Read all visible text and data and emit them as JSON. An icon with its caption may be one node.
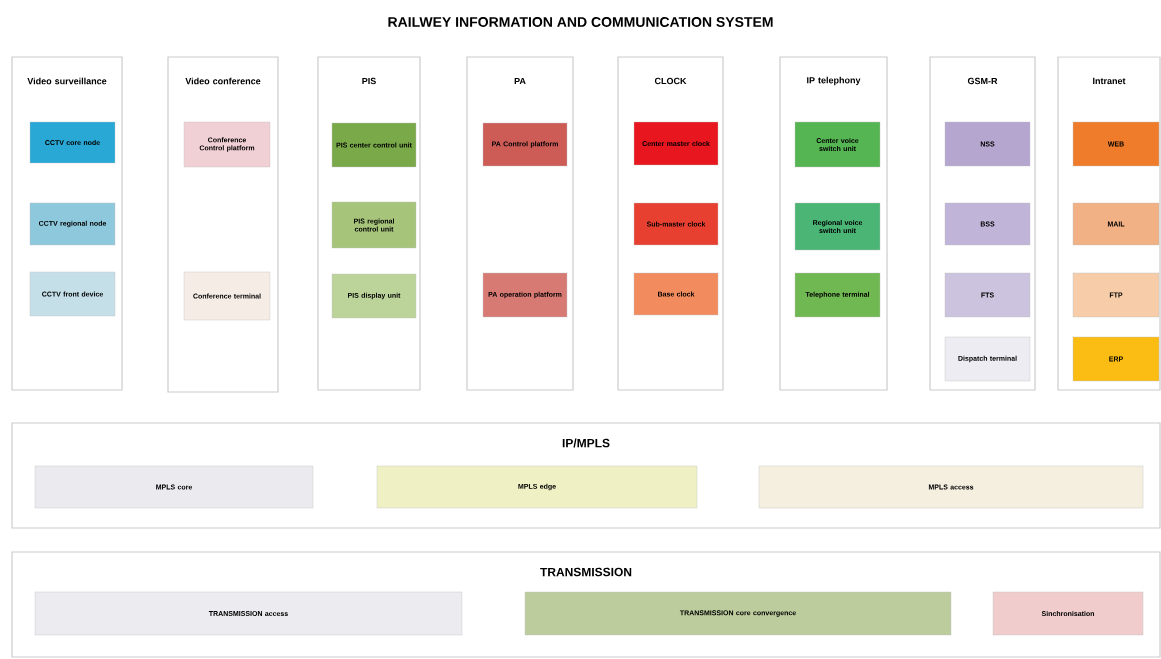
{
  "diagram": {
    "title": "RAILWEY INFORMATION AND COMMUNICATION SYSTEM",
    "nodes": [
      {
        "text": [
          "Video surveillance"
        ]
      },
      {
        "text": [
          "CCTV core node"
        ],
        "in": 0
      },
      {
        "text": [
          "CCTV regional node"
        ],
        "in": 0
      },
      {
        "text": [
          "CCTV front device"
        ],
        "in": 0
      },
      {
        "text": [
          "Video conference"
        ]
      },
      {
        "text": [
          "Conference Control platform"
        ],
        "in": 4
      },
      {
        "text": [
          "Conference terminal"
        ],
        "in": 4
      },
      {
        "text": [
          "PIS"
        ]
      },
      {
        "text": [
          "PIS center control unit"
        ],
        "in": 7
      },
      {
        "text": [
          "PIS regional control unit"
        ],
        "in": 7
      },
      {
        "text": [
          "PIS display unit"
        ],
        "in": 7
      },
      {
        "text": [
          "PA"
        ]
      },
      {
        "text": [
          "PA Control platform"
        ],
        "in": 11
      },
      {
        "text": [
          "PA operation platform"
        ],
        "in": 11
      },
      {
        "text": [
          "CLOCK"
        ]
      },
      {
        "text": [
          "Center master clock"
        ],
        "in": 14
      },
      {
        "text": [
          "Sub-master clock"
        ],
        "in": 14
      },
      {
        "text": [
          "Base clock"
        ],
        "in": 14
      },
      {
        "text": [
          "IP telephony"
        ]
      },
      {
        "text": [
          "Center voice switch unit"
        ],
        "in": 18
      },
      {
        "text": [
          "Regional voice switch unit"
        ],
        "in": 18
      },
      {
        "text": [
          "Telephone terminal"
        ],
        "in": 18
      },
      {
        "text": [
          "GSM-R"
        ]
      },
      {
        "text": [
          "NSS"
        ],
        "in": 22
      },
      {
        "text": [
          "BSS"
        ],
        "in": 22
      },
      {
        "text": [
          "FTS"
        ],
        "in": 22
      },
      {
        "text": [
          "Dispatch terminal"
        ],
        "in": 22
      },
      {
        "text": [
          "Intranet"
        ]
      },
      {
        "text": [
          "WEB"
        ],
        "in": 27
      },
      {
        "text": [
          "MAIL"
        ],
        "in": 27
      },
      {
        "text": [
          "FTP"
        ],
        "in": 27
      },
      {
        "text": [
          "ERP"
        ],
        "in": 27
      },
      {
        "text": [
          "IP/MPLS"
        ]
      },
      {
        "text": [
          "MPLS core"
        ],
        "in": 32
      },
      {
        "text": [
          "MPLS edge"
        ],
        "in": 32
      },
      {
        "text": [
          "MPLS access"
        ],
        "in": 32
      },
      {
        "text": [
          "TRANSMISSION"
        ]
      },
      {
        "text": [
          "TRANSMISSION access"
        ],
        "in": 36
      },
      {
        "text": [
          "TRANSMISSION core convergence"
        ],
        "in": 36
      },
      {
        "text": [
          "Sinchronisation"
        ],
        "in": 36
      }
    ],
    "edges": []
  }
}
